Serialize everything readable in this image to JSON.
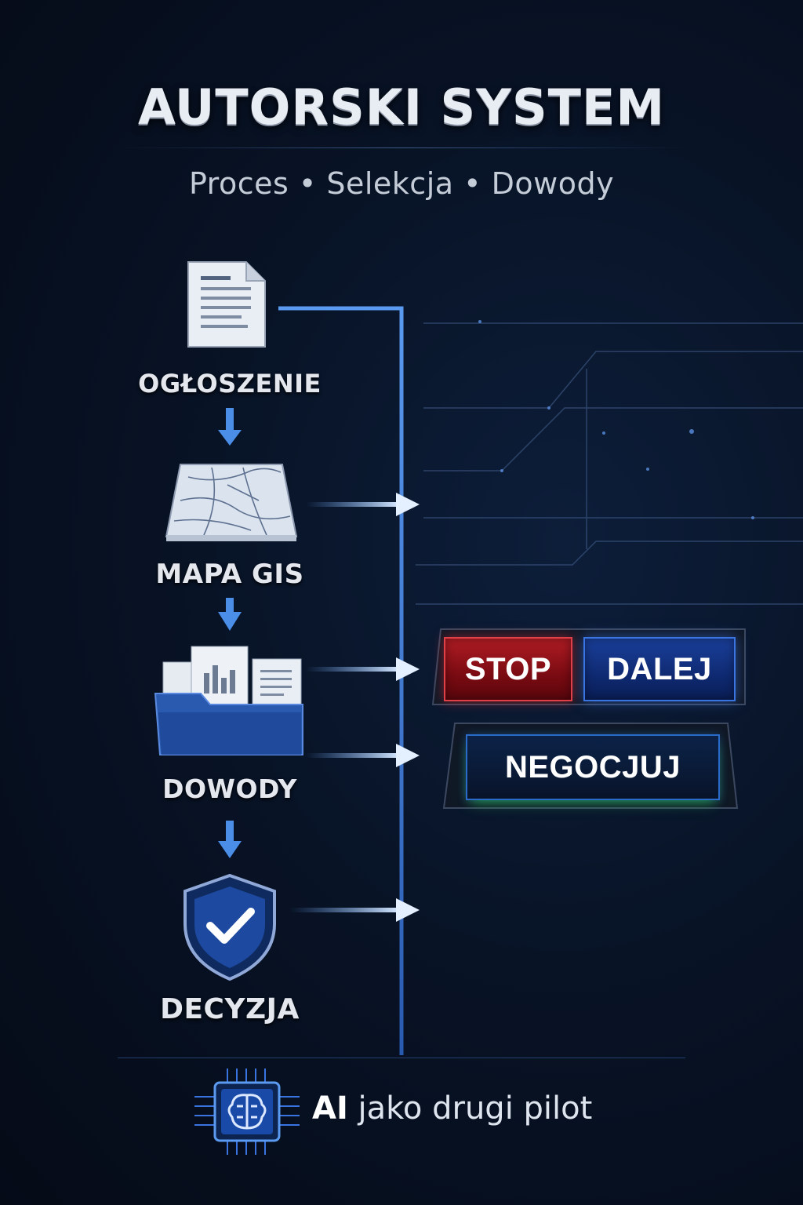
{
  "title": "AUTORSKI SYSTEM",
  "subtitle": "Proces • Selekcja • Dowody",
  "steps": [
    {
      "label": "OGŁOSZENIE",
      "icon": "document-icon"
    },
    {
      "label": "MAPA GIS",
      "icon": "map-icon"
    },
    {
      "label": "DOWODY",
      "icon": "folder-documents-icon"
    },
    {
      "label": "DECYZJA",
      "icon": "shield-check-icon"
    }
  ],
  "actions": {
    "stop": "STOP",
    "dalej": "DALEJ",
    "negocjuj": "NEGOCJUJ"
  },
  "footer": {
    "ai": "AI",
    "rest": " jako drugi pilot",
    "icon": "ai-brain-chip-icon"
  },
  "colors": {
    "accent_blue": "#3a7ae8",
    "stop_red": "#b01c24",
    "dalej_blue": "#1a3f9a",
    "negocjuj_glow_green": "#28d25a"
  }
}
